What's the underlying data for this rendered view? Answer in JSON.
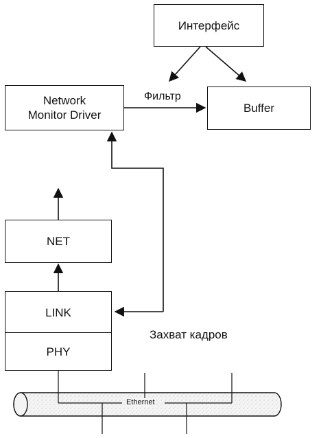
{
  "diagram": {
    "interface_box": "Интерфейс",
    "network_monitor_driver_box": "Network\nMonitor Driver",
    "buffer_box": "Buffer",
    "filter_label": "Фильтр",
    "net_box": "NET",
    "link_box": "LINK",
    "phy_box": "PHY",
    "capture_label": "Захват кадров",
    "ethernet_label": "Ethernet"
  }
}
